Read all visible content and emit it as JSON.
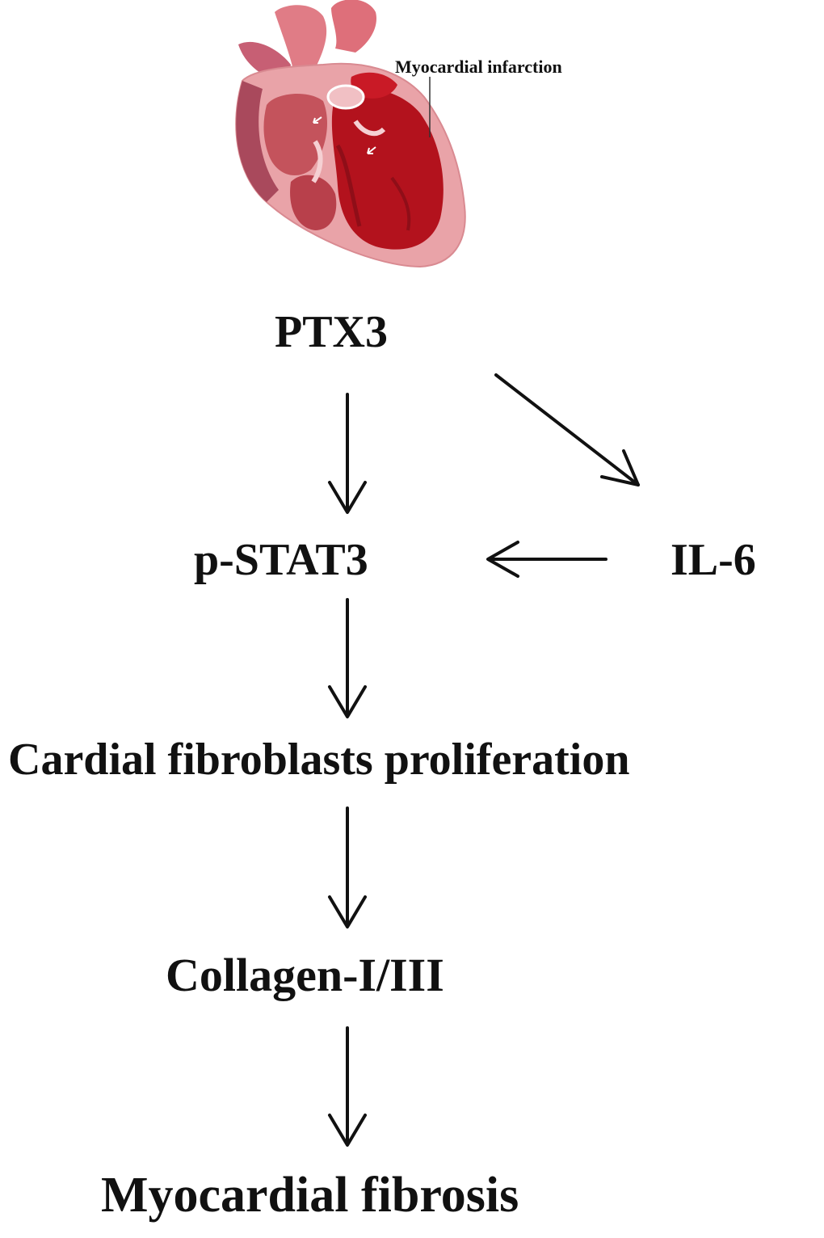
{
  "figure": {
    "annotation": "Myocardial infarction",
    "nodes": {
      "ptx3": "PTX3",
      "il6": "IL-6",
      "pstat3": "p-STAT3",
      "proliferation": "Cardial fibroblasts proliferation",
      "collagen": "Collagen-I/III",
      "fibrosis": "Myocardial fibrosis"
    },
    "edges": [
      {
        "from": "PTX3",
        "to": "p-STAT3"
      },
      {
        "from": "PTX3",
        "to": "IL-6"
      },
      {
        "from": "IL-6",
        "to": "p-STAT3"
      },
      {
        "from": "p-STAT3",
        "to": "Cardial fibroblasts proliferation"
      },
      {
        "from": "Cardial fibroblasts proliferation",
        "to": "Collagen-I/III"
      },
      {
        "from": "Collagen-I/III",
        "to": "Myocardial fibrosis"
      }
    ],
    "colors": {
      "heart_outer": "#e8a0a4",
      "heart_inner": "#b3121d",
      "arrow": "#111111"
    }
  }
}
